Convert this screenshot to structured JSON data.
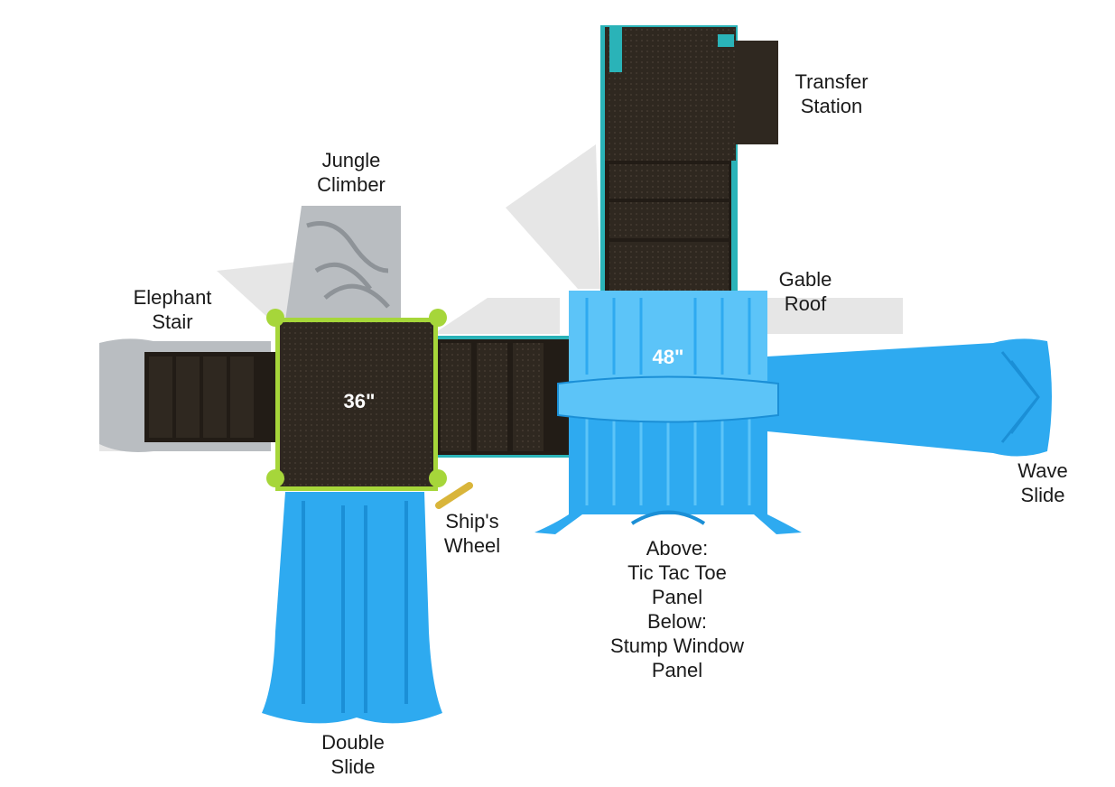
{
  "colors": {
    "deck": "#2f2820",
    "deck_dark": "#221c16",
    "blue": "#2eaaf0",
    "blue_light": "#5cc4f8",
    "blue_dark": "#1b8fd6",
    "teal": "#2ab3b8",
    "lime": "#a6d63a",
    "gray": "#b9bdc1",
    "shadow": "#e4e4e4",
    "yellow": "#d9b53a"
  },
  "labels": {
    "transfer_station": [
      "Transfer",
      "Station"
    ],
    "jungle_climber": [
      "Jungle",
      "Climber"
    ],
    "elephant_stair": [
      "Elephant",
      "Stair"
    ],
    "gable_roof": [
      "Gable",
      "Roof"
    ],
    "wave_slide": [
      "Wave",
      "Slide"
    ],
    "ships_wheel": [
      "Ship's",
      "Wheel"
    ],
    "panel": [
      "Above:",
      "Tic Tac Toe",
      "Panel",
      "Below:",
      "Stump Window",
      "Panel"
    ],
    "double_slide": [
      "Double",
      "Slide"
    ]
  },
  "heights": {
    "deck_left": "36\"",
    "deck_right": "48\""
  }
}
